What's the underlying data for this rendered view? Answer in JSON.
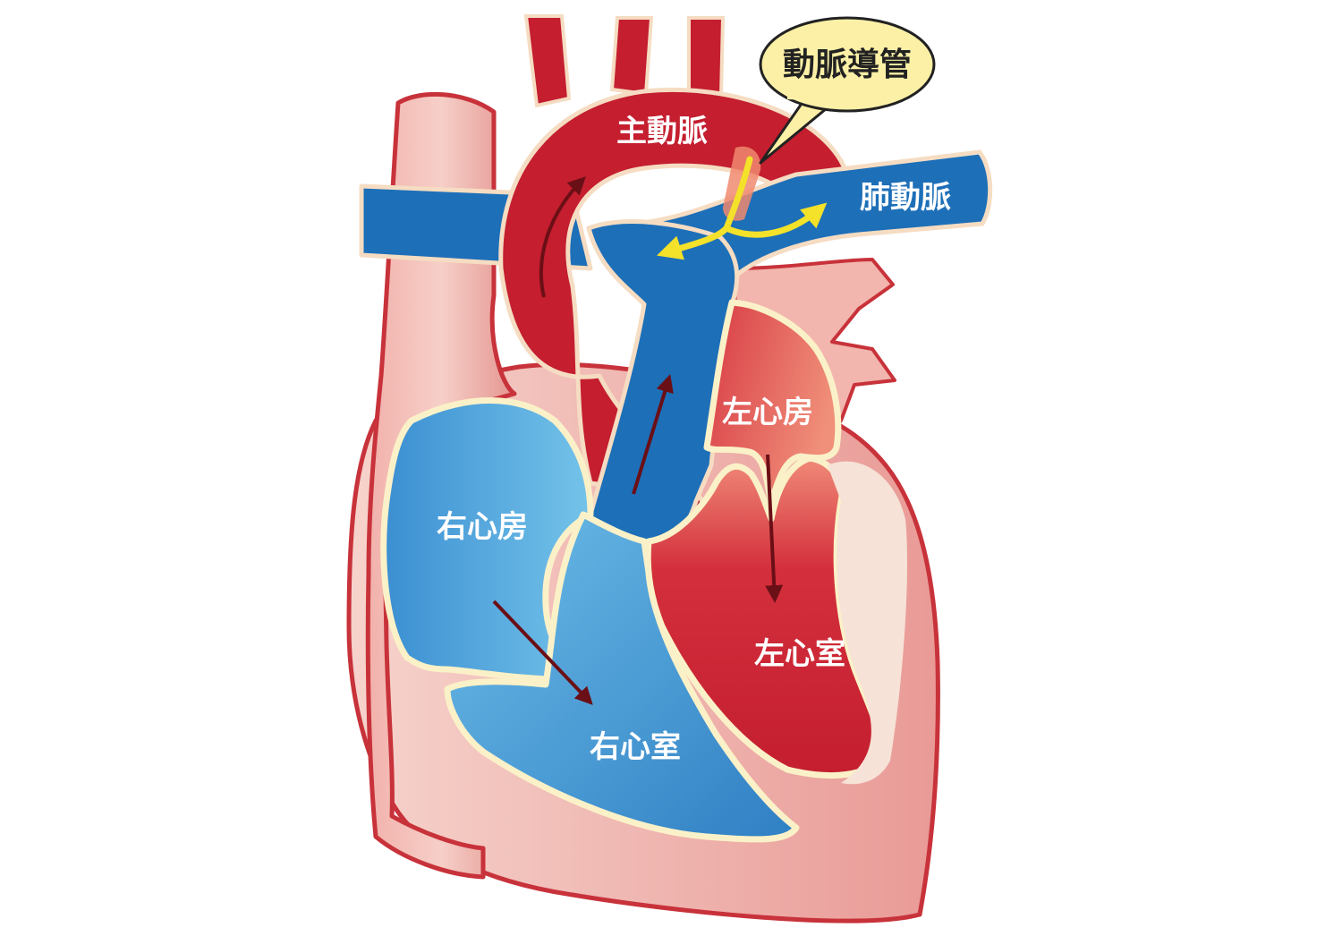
{
  "labels": {
    "aorta": "主動脈",
    "ductus": "動脈導管",
    "pulmonary_artery": "肺動脈",
    "left_atrium": "左心房",
    "right_atrium": "右心房",
    "left_ventricle": "左心室",
    "right_ventricle": "右心室"
  },
  "colors": {
    "oxygenated": "#c41e2f",
    "deoxygenated": "#1d6fb8",
    "outline": "#c8323a",
    "muscle": "#f3bfb6",
    "lining": "#fbf1c8",
    "arrow": "#6b0f16",
    "ductus_flow": "#f3e12a",
    "callout_fill": "#fbf0a6"
  }
}
